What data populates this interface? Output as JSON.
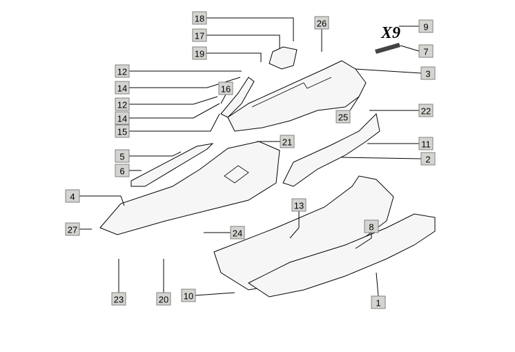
{
  "title": "Exploded parts diagram - frame covers",
  "logo_text": "X9",
  "callouts": [
    {
      "id": "18",
      "label": "18"
    },
    {
      "id": "17",
      "label": "17"
    },
    {
      "id": "19",
      "label": "19"
    },
    {
      "id": "26",
      "label": "26"
    },
    {
      "id": "9",
      "label": "9"
    },
    {
      "id": "7",
      "label": "7"
    },
    {
      "id": "3",
      "label": "3"
    },
    {
      "id": "12a",
      "label": "12"
    },
    {
      "id": "14a",
      "label": "14"
    },
    {
      "id": "16",
      "label": "16"
    },
    {
      "id": "12b",
      "label": "12"
    },
    {
      "id": "14b",
      "label": "14"
    },
    {
      "id": "15",
      "label": "15"
    },
    {
      "id": "25",
      "label": "25"
    },
    {
      "id": "22",
      "label": "22"
    },
    {
      "id": "21",
      "label": "21"
    },
    {
      "id": "11",
      "label": "11"
    },
    {
      "id": "5",
      "label": "5"
    },
    {
      "id": "2",
      "label": "2"
    },
    {
      "id": "6",
      "label": "6"
    },
    {
      "id": "4",
      "label": "4"
    },
    {
      "id": "13",
      "label": "13"
    },
    {
      "id": "8",
      "label": "8"
    },
    {
      "id": "27",
      "label": "27"
    },
    {
      "id": "24",
      "label": "24"
    },
    {
      "id": "10",
      "label": "10"
    },
    {
      "id": "23",
      "label": "23"
    },
    {
      "id": "20",
      "label": "20"
    },
    {
      "id": "1",
      "label": "1"
    }
  ]
}
